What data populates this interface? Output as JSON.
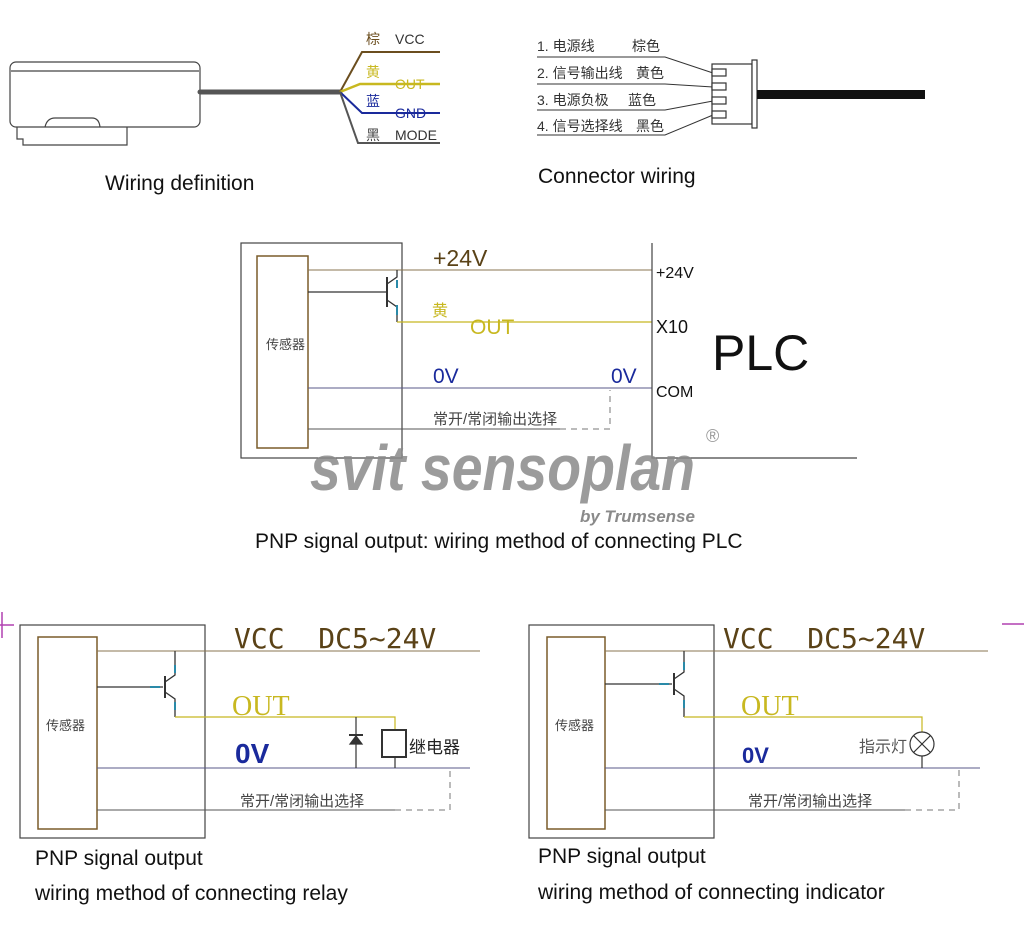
{
  "colors": {
    "brown": "#6b4e1f",
    "yellow": "#c8b820",
    "blue": "#1a2a9c",
    "gray": "#555555",
    "watermark": "#8a8a8a"
  },
  "wiring_definition": {
    "caption": "Wiring definition",
    "wires": [
      {
        "color_cn": "棕",
        "label": "VCC"
      },
      {
        "color_cn": "黄",
        "label": "OUT"
      },
      {
        "color_cn": "蓝",
        "label": "GND"
      },
      {
        "color_cn": "黑",
        "label": "MODE"
      }
    ]
  },
  "connector_wiring": {
    "caption": "Connector wiring",
    "pins": [
      {
        "name": "1. 电源线",
        "color": "棕色"
      },
      {
        "name": "2. 信号输出线",
        "color": "黄色"
      },
      {
        "name": "3. 电源负极",
        "color": "蓝色"
      },
      {
        "name": "4. 信号选择线",
        "color": "黑色"
      }
    ]
  },
  "plc_diagram": {
    "sensor": "传感器",
    "supply": "+24V",
    "out_color_cn": "黄",
    "out": "OUT",
    "zero_v_left": "0V",
    "zero_v_right": "0V",
    "select": "常开/常闭输出选择",
    "plc_terminals": [
      "+24V",
      "X10",
      "COM"
    ],
    "plc": "PLC",
    "caption": "PNP signal output: wiring method of connecting PLC"
  },
  "watermark": {
    "brand": "svit sensoplan",
    "registered": "®",
    "by": "by Trumsense"
  },
  "relay_diagram": {
    "sensor": "传感器",
    "vcc": "VCC  DC5~24V",
    "out": "OUT",
    "zero_v": "0V",
    "load": "继电器",
    "select": "常开/常闭输出选择",
    "caption_line1": "PNP signal output",
    "caption_line2": "wiring method of connecting relay"
  },
  "indicator_diagram": {
    "sensor": "传感器",
    "vcc": "VCC  DC5~24V",
    "out": "OUT",
    "zero_v": "0V",
    "load": "指示灯",
    "select": "常开/常闭输出选择",
    "caption_line1": "PNP signal output",
    "caption_line2": "wiring method of connecting indicator"
  }
}
